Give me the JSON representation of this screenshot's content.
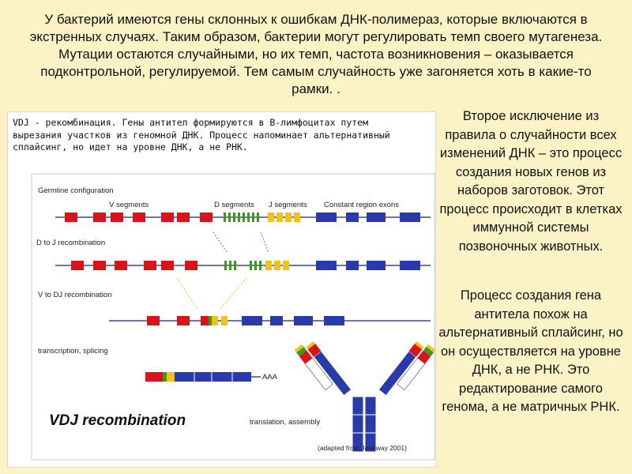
{
  "slide": {
    "intro": "У бактерий имеются гены склонных к ошибкам ДНК-полимераз, которые включаются в экстренных случаях. Таким образом, бактерии могут регулировать темп своего мутагенеза. Мутации остаются случайными, но их темп, частота возникновения – оказывается подконтрольной, регулируемой. Тем самым случайность уже загоняется хоть в какие-то рамки. .",
    "side_text_1": "Второе исключение из правила о случайности всех изменений ДНК – это процесс создания новых генов из наборов заготовок. Этот процесс происходит в клетках иммунной системы позвоночных животных.",
    "side_text_2": "Процесс создания гена антитела похож на альтернативный сплайсинг, но он осуществляется на уровне ДНК, а не РНК. Это редактирование самого генома, а не матричных РНК."
  },
  "figure": {
    "note": "VDJ - рекомбинация. Гены антител формируются в В-лимфоцитах путем вырезания участков из геномной ДНК. Процесс напоминает альтернативный сплайсинг, но идет на уровне ДНК, а не РНК.",
    "stages": {
      "germline": "Germline configuration",
      "dj": "D to J recombination",
      "vdj": "V to DJ recombination",
      "transcription": "transcription, splicing",
      "translation": "translation, assembly"
    },
    "segment_labels": {
      "v": "V segments",
      "d": "D segments",
      "j": "J segments",
      "c": "Constant region exons"
    },
    "polya": "AAA",
    "title": "VDJ recombination",
    "credit": "(adapted from Janeway 2001)",
    "colors": {
      "v": "#d8141a",
      "d": "#3a9a1e",
      "j": "#f2c21b",
      "c": "#2a3aa8",
      "line": "#3c4a8c"
    }
  }
}
